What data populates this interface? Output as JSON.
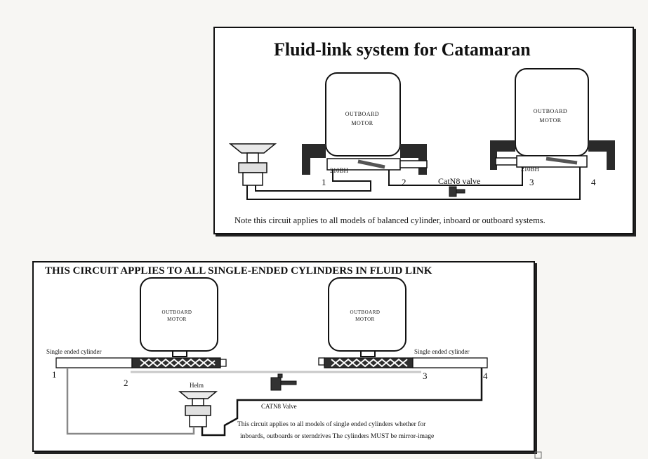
{
  "top": {
    "title": "Fluid-link system for Catamaran",
    "motor_label_line1": "OUTBOARD",
    "motor_label_line2": "MOTOR",
    "cylinder_label": "210BH",
    "port_1": "1",
    "port_2": "2",
    "port_3": "3",
    "port_4": "4",
    "valve_label": "CatN8 valve",
    "note": "Note this circuit applies to all models of  balanced  cylinder, inboard or outboard systems."
  },
  "bottom": {
    "title": "THIS CIRCUIT APPLIES TO ALL SINGLE-ENDED CYLINDERS IN FLUID LINK",
    "motor_label_line1": "OUTBOARD",
    "motor_label_line2": "MOTOR",
    "cylinder_label": "Single ended cylinder",
    "helm_label": "Helm",
    "valve_label": "CATN8 Valve",
    "port_1": "1",
    "port_2": "2",
    "port_3": "3",
    "port_4": "4",
    "note_line1": "This circuit applies to all models of single ended cylinders whether for",
    "note_line2": "inboards, outboards or sterndrives   The cylinders MUST be mirror-image"
  }
}
